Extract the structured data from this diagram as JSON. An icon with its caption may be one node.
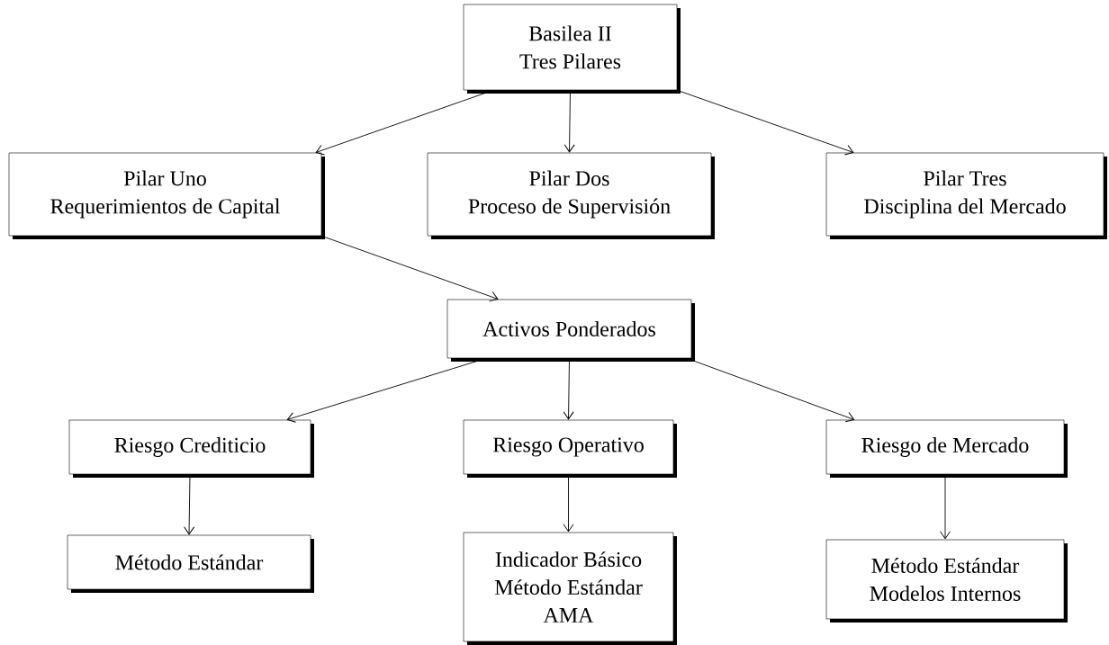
{
  "diagram": {
    "nodes": [
      {
        "text": [
          "Basilea II",
          "Tres Pilares"
        ]
      },
      {
        "text": [
          "Pilar Uno",
          "Requerimientos de Capital"
        ]
      },
      {
        "text": [
          "Pilar Dos",
          "Proceso de Supervisión"
        ]
      },
      {
        "text": [
          "Pilar Tres",
          "Disciplina del Mercado"
        ]
      },
      {
        "text": [
          "Activos Ponderados"
        ]
      },
      {
        "text": [
          "Riesgo Crediticio"
        ]
      },
      {
        "text": [
          "Riesgo Operativo"
        ]
      },
      {
        "text": [
          "Riesgo de Mercado"
        ]
      },
      {
        "text": [
          "Método Estándar"
        ]
      },
      {
        "text": [
          "Indicador Básico",
          "Método Estándar",
          "AMA"
        ]
      },
      {
        "text": [
          "Método Estándar",
          "Modelos Internos"
        ]
      }
    ],
    "edges": [
      {
        "from": 0,
        "to": 1,
        "arrow": "to"
      },
      {
        "from": 0,
        "to": 2,
        "arrow": "to"
      },
      {
        "from": 0,
        "to": 3,
        "arrow": "to"
      },
      {
        "from": 1,
        "to": 4,
        "arrow": "to"
      },
      {
        "from": 4,
        "to": 5,
        "arrow": "to"
      },
      {
        "from": 4,
        "to": 6,
        "arrow": "to"
      },
      {
        "from": 4,
        "to": 7,
        "arrow": "to"
      },
      {
        "from": 5,
        "to": 8,
        "arrow": "to"
      },
      {
        "from": 6,
        "to": 9,
        "arrow": "to"
      },
      {
        "from": 7,
        "to": 10,
        "arrow": "to"
      }
    ]
  }
}
